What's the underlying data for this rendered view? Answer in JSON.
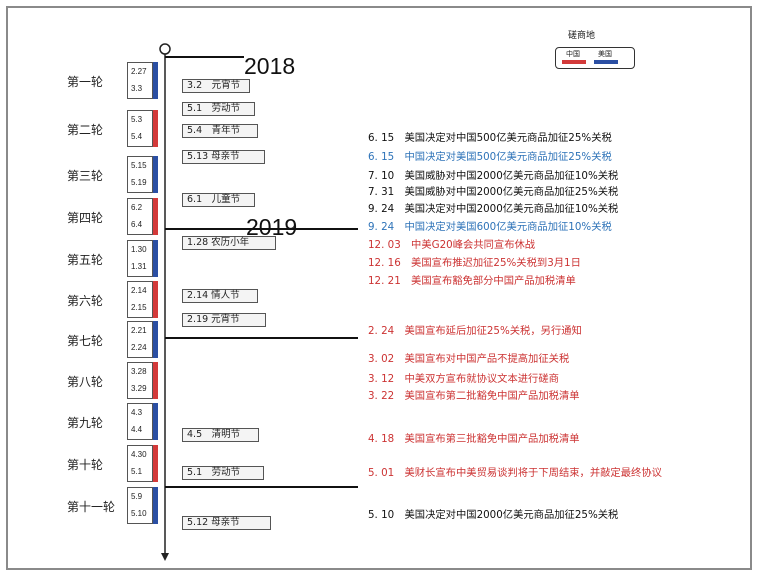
{
  "colors": {
    "china": "#d33a3a",
    "usa": "#2b4fa3",
    "event_black": "#111111",
    "event_blue": "#2e73b8",
    "event_red": "#cc3333"
  },
  "legend": {
    "title": "磋商地",
    "china": "中国",
    "usa": "美国"
  },
  "years": [
    "2018",
    "2019"
  ],
  "rounds": [
    {
      "label": "第一轮",
      "dates": [
        "2.27",
        "3.3"
      ],
      "host": "usa"
    },
    {
      "label": "第二轮",
      "dates": [
        "5.3",
        "5.4"
      ],
      "host": "china"
    },
    {
      "label": "第三轮",
      "dates": [
        "5.15",
        "5.19"
      ],
      "host": "usa"
    },
    {
      "label": "第四轮",
      "dates": [
        "6.2",
        "6.4"
      ],
      "host": "china"
    },
    {
      "label": "第五轮",
      "dates": [
        "1.30",
        "1.31"
      ],
      "host": "usa"
    },
    {
      "label": "第六轮",
      "dates": [
        "2.14",
        "2.15"
      ],
      "host": "china"
    },
    {
      "label": "第七轮",
      "dates": [
        "2.21",
        "2.24"
      ],
      "host": "usa"
    },
    {
      "label": "第八轮",
      "dates": [
        "3.28",
        "3.29"
      ],
      "host": "china"
    },
    {
      "label": "第九轮",
      "dates": [
        "4.3",
        "4.4"
      ],
      "host": "usa"
    },
    {
      "label": "第十轮",
      "dates": [
        "4.30",
        "5.1"
      ],
      "host": "china"
    },
    {
      "label": "第十一轮",
      "dates": [
        "5.9",
        "5.10"
      ],
      "host": "usa"
    }
  ],
  "holidays": [
    "3.2　元宵节",
    "5.1　劳动节",
    "5.4　青年节",
    "5.13 母亲节",
    "6.1　儿童节",
    "1.28 农历小年",
    "2.14 情人节",
    "2.19 元宵节",
    "4.5　清明节",
    "5.1　劳动节",
    "5.12 母亲节"
  ],
  "events": [
    {
      "text": "6. 15　美国决定对中国500亿美元商品加征25%关税",
      "color": "black"
    },
    {
      "text": "6. 15　中国决定对美国500亿美元商品加征25%关税",
      "color": "blue"
    },
    {
      "text": "7. 10　美国威胁对中国2000亿美元商品加征10%关税",
      "color": "black"
    },
    {
      "text": "7. 31　美国威胁对中国2000亿美元商品加征25%关税",
      "color": "black"
    },
    {
      "text": "9. 24　美国决定对中国2000亿美元商品加征10%关税",
      "color": "black"
    },
    {
      "text": "9. 24　中国决定对美国600亿美元商品加征10%关税",
      "color": "blue"
    },
    {
      "text": "12. 03　中美G20峰会共同宣布休战",
      "color": "red"
    },
    {
      "text": "12. 16　美国宣布推迟加征25%关税到3月1日",
      "color": "red"
    },
    {
      "text": "12. 21　美国宣布豁免部分中国产品加税清单",
      "color": "red"
    },
    {
      "text": "2. 24　美国宣布延后加征25%关税，另行通知",
      "color": "red"
    },
    {
      "text": "3. 02　美国宣布对中国产品不提高加征关税",
      "color": "red"
    },
    {
      "text": "3. 12　中美双方宣布就协议文本进行磋商",
      "color": "red"
    },
    {
      "text": "3. 22　美国宣布第二批豁免中国产品加税清单",
      "color": "red"
    },
    {
      "text": "4. 18　美国宣布第三批豁免中国产品加税清单",
      "color": "red"
    },
    {
      "text": "5. 01　美财长宣布中美贸易谈判将于下周结束，并敲定最终协议",
      "color": "red"
    },
    {
      "text": "5. 10　美国决定对中国2000亿美元商品加征25%关税",
      "color": "black"
    }
  ]
}
